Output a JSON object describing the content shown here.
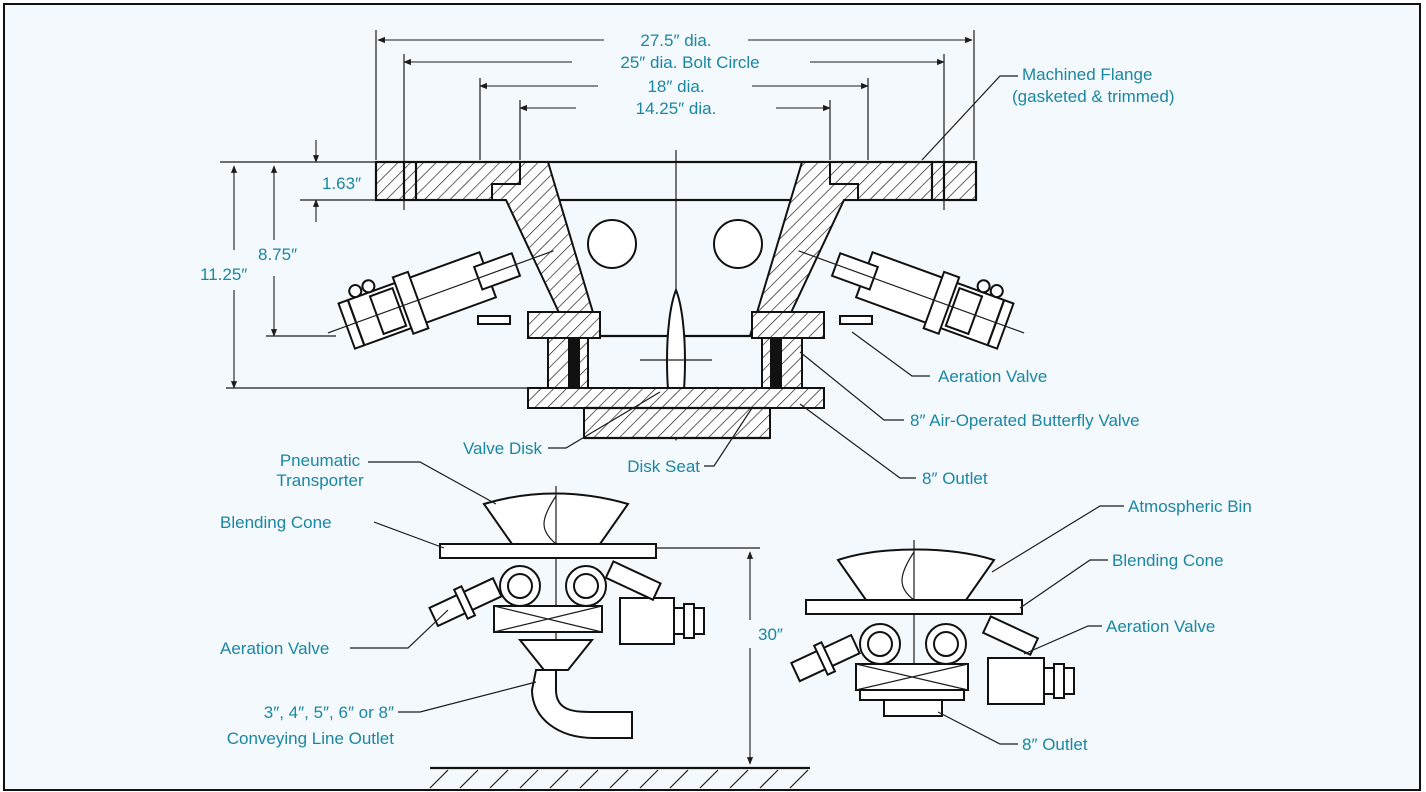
{
  "colors": {
    "label": "#1a87a3",
    "line": "#1c1c1c",
    "background": "#f4f9fd"
  },
  "top_view": {
    "dims": {
      "d1": "27.5″ dia.",
      "d2": "25″ dia. Bolt Circle",
      "d3": "18″ dia.",
      "d4": "14.25″ dia.",
      "h1": "1.63″",
      "h2": "8.75″",
      "h3": "11.25″"
    },
    "labels": {
      "flange_1": "Machined Flange",
      "flange_2": "(gasketed & trimmed)",
      "aeration_valve": "Aeration Valve",
      "butterfly": "8″ Air-Operated Butterfly Valve",
      "outlet": "8″ Outlet",
      "valve_disk": "Valve Disk",
      "disk_seat": "Disk Seat"
    }
  },
  "left_view": {
    "labels": {
      "pneumatic_1": "Pneumatic",
      "pneumatic_2": "Transporter",
      "blending_cone": "Blending Cone",
      "aeration_valve": "Aeration Valve",
      "outlet_1": "3″, 4″, 5″, 6″ or 8″",
      "outlet_2": "Conveying Line Outlet",
      "height": "30″"
    }
  },
  "right_view": {
    "labels": {
      "atmospheric_bin": "Atmospheric Bin",
      "blending_cone": "Blending Cone",
      "aeration_valve": "Aeration Valve",
      "outlet": "8″ Outlet"
    }
  }
}
